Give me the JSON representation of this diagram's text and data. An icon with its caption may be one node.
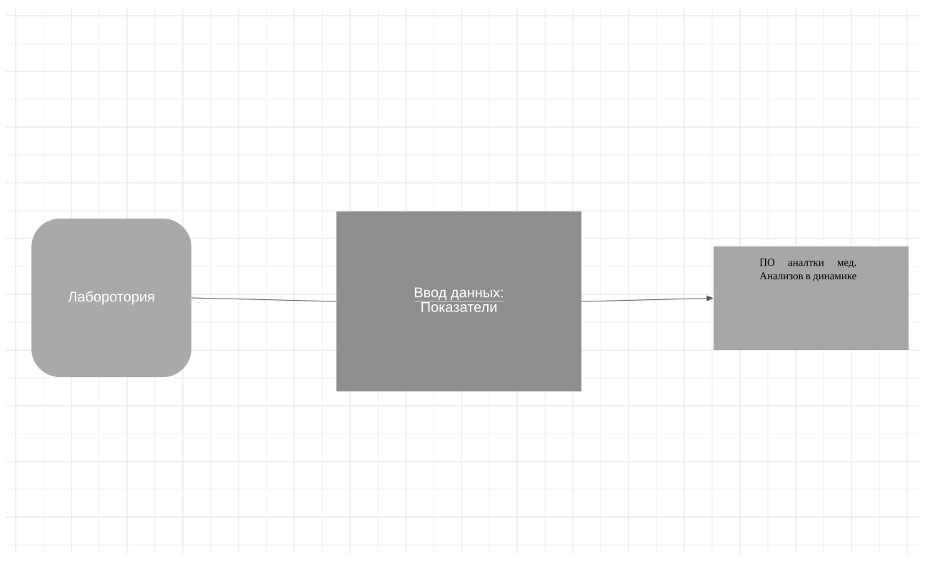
{
  "diagram": {
    "nodes": [
      {
        "text": [
          "Лаборотория"
        ]
      },
      {
        "text": [
          "Ввод данных:",
          "Показатели"
        ]
      },
      {
        "text": [
          "ПО аналтки мед. Анализов в динамике"
        ]
      }
    ],
    "edges": [
      {
        "from": 0,
        "to": 1,
        "arrow": "none"
      },
      {
        "from": 1,
        "to": 2,
        "arrow": "to"
      }
    ]
  }
}
